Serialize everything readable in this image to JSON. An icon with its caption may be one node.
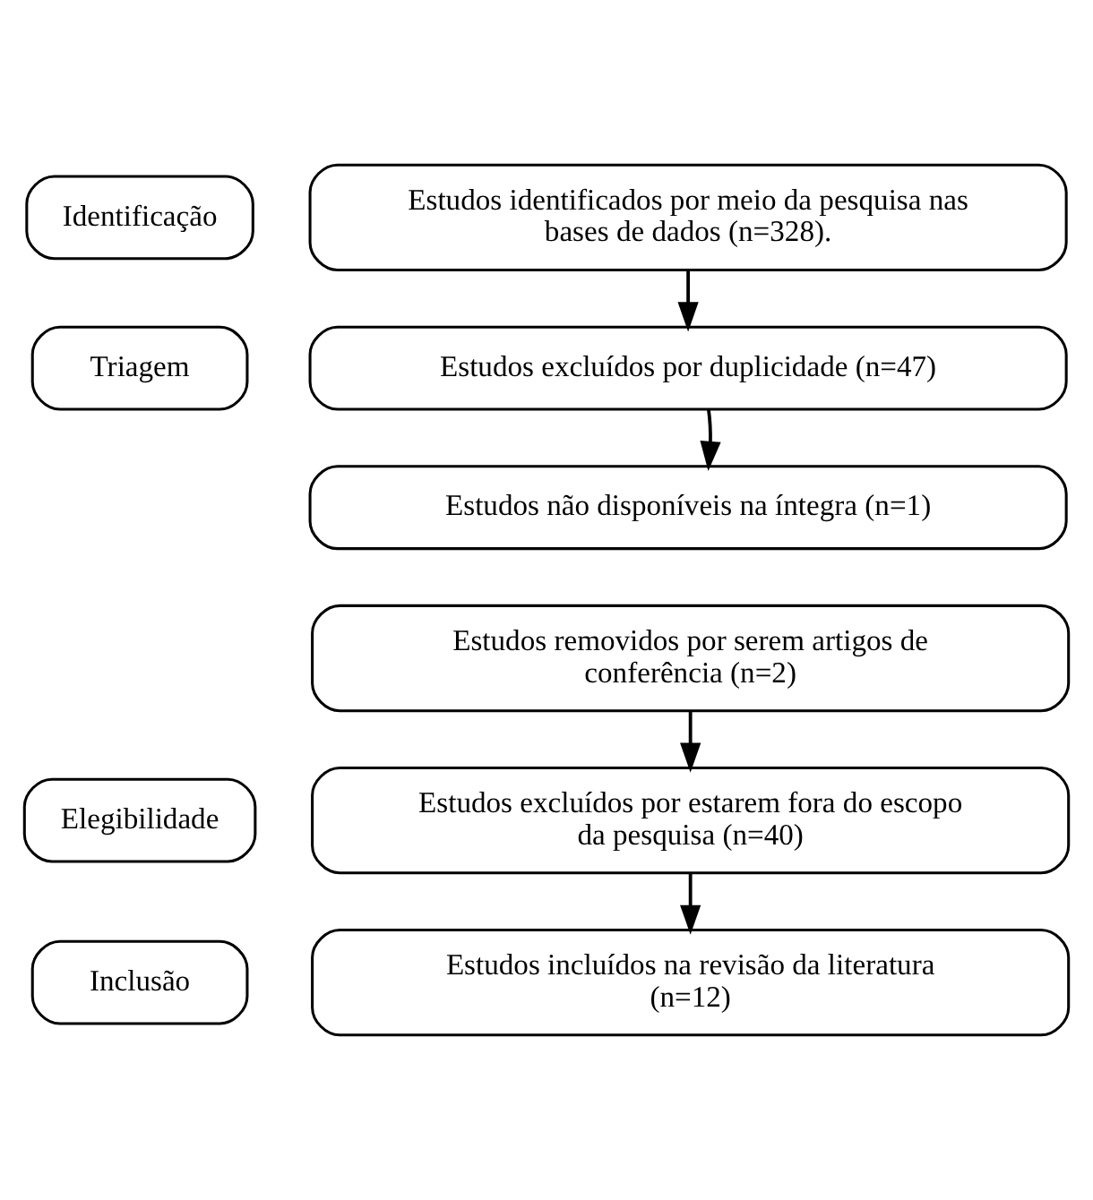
{
  "diagram": {
    "nodes": [
      {
        "text": [
          "Identificação"
        ]
      },
      {
        "text": [
          "Estudos identificados por meio da pesquisa nas bases de dados (n=328)."
        ]
      },
      {
        "text": [
          "Triagem"
        ]
      },
      {
        "text": [
          "Estudos excluídos por duplicidade (n=47)"
        ]
      },
      {
        "text": [
          "Estudos não disponíveis na íntegra (n=1)"
        ]
      },
      {
        "text": [
          "Estudos removidos por serem artigos de conferência (n=2)"
        ]
      },
      {
        "text": [
          "Elegibilidade"
        ]
      },
      {
        "text": [
          "Estudos excluídos por estarem fora do escopo da pesquisa (n=40)"
        ]
      },
      {
        "text": [
          "Inclusão"
        ]
      },
      {
        "text": [
          "Estudos incluídos na revisão da literatura (n=12)"
        ]
      }
    ],
    "edges": [
      {
        "from": 1,
        "to": 3,
        "arrow": "to"
      },
      {
        "from": 3,
        "to": 4,
        "arrow": "to"
      },
      {
        "from": 5,
        "to": 7,
        "arrow": "to"
      },
      {
        "from": 7,
        "to": 9,
        "arrow": "to"
      }
    ]
  }
}
